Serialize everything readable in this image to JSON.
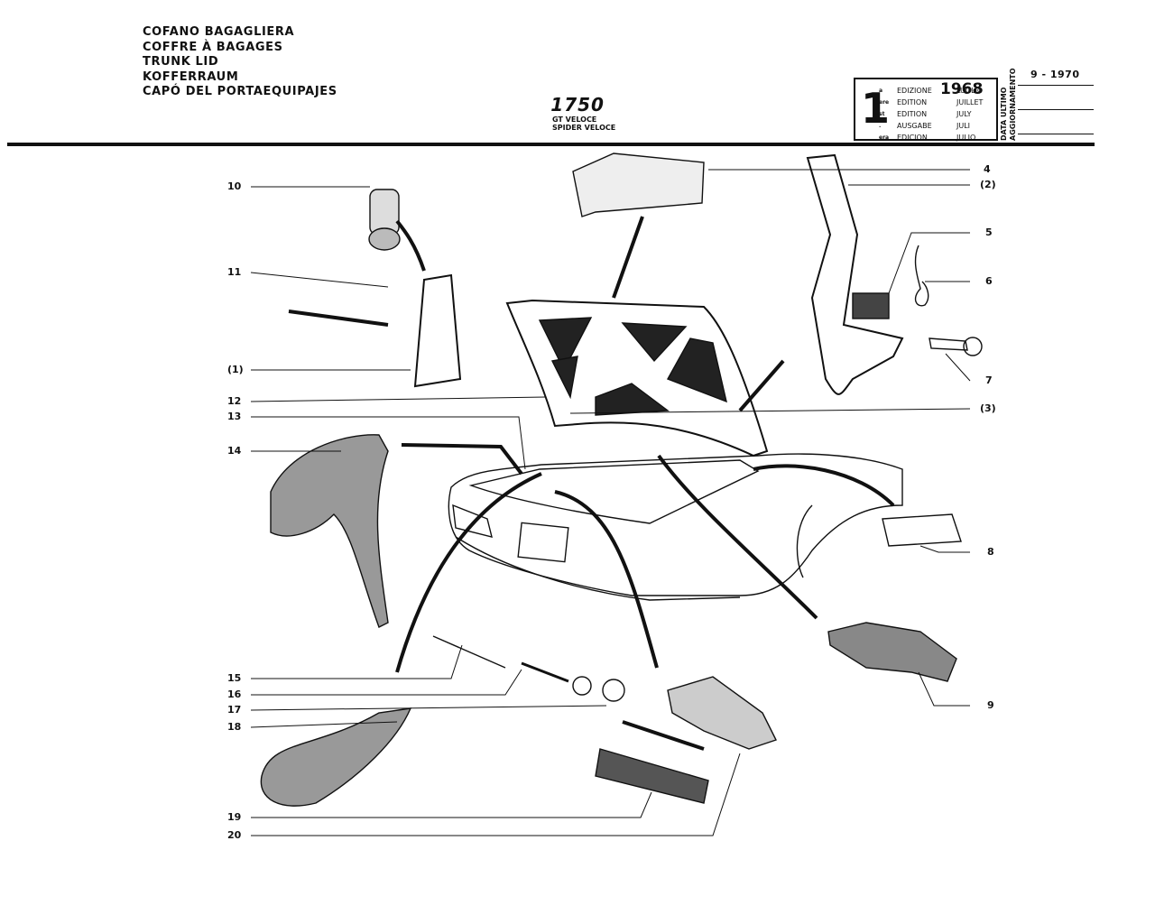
{
  "header": {
    "titles": [
      "COFANO BAGAGLIERA",
      "COFFRE À BAGAGES",
      "TRUNK LID",
      "KOFFERRAUM",
      "CAPÓ DEL PORTAEQUIPAJES"
    ],
    "model": "1750",
    "variants": [
      "GT VELOCE",
      "SPIDER VELOCE"
    ]
  },
  "edition": {
    "number": "1",
    "ordinals": [
      "a",
      "ere",
      "st",
      ".",
      "era"
    ],
    "words": [
      "EDIZIONE",
      "EDITION",
      "EDITION",
      "AUSGABE",
      "EDICION"
    ],
    "year": "1968",
    "months": [
      "LUGLIO",
      "JUILLET",
      "JULY",
      "JULI",
      "JULIO"
    ]
  },
  "update": {
    "label_line1": "DATA ULTIMO",
    "label_line2": "AGGIORNAMENTO",
    "date": "9 - 1970"
  },
  "callouts": [
    "10",
    "11",
    "(1)",
    "12",
    "13",
    "14",
    "4",
    "(2)",
    "5",
    "6",
    "7",
    "(3)",
    "8",
    "9",
    "15",
    "16",
    "17",
    "18",
    "19",
    "20"
  ]
}
